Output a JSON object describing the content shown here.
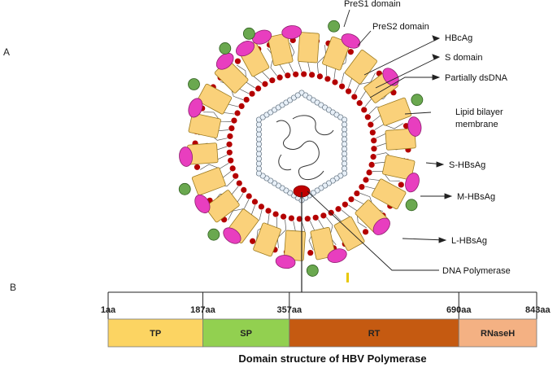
{
  "panel_labels": {
    "a": "A",
    "b": "B"
  },
  "virion_labels": {
    "pres1": "PreS1 domain",
    "pres2": "PreS2 domain",
    "hbcag": "HBcAg",
    "s_domain": "S domain",
    "dsdna": "Partially dsDNA",
    "lipid_1": "Lipid bilayer",
    "lipid_2": "membrane",
    "s_hbsag": "S-HBsAg",
    "m_hbsag": "M-HBsAg",
    "l_hbsag": "L-HBsAg",
    "dna_pol": "DNA Polymerase"
  },
  "polymerase": {
    "ticks": [
      "1aa",
      "187aa",
      "357aa",
      "690aa",
      "843aa"
    ],
    "domains": [
      {
        "name": "TP",
        "start": 1,
        "end": 187,
        "color": "#FCD462"
      },
      {
        "name": "SP",
        "start": 187,
        "end": 357,
        "color": "#92D050"
      },
      {
        "name": "RT",
        "start": 357,
        "end": 690,
        "color": "#C55A11"
      },
      {
        "name": "RNaseH",
        "start": 690,
        "end": 843,
        "color": "#F4B183"
      }
    ],
    "caption": "Domain structure of HBV Polymerase"
  },
  "colors": {
    "core": "#FAD17A",
    "envelope_protein": "#E83EBF",
    "pres1": "#6AA84F",
    "lipid_head": "#B40000",
    "polymerase": "#C00000",
    "bead": "#E8F0F8"
  }
}
